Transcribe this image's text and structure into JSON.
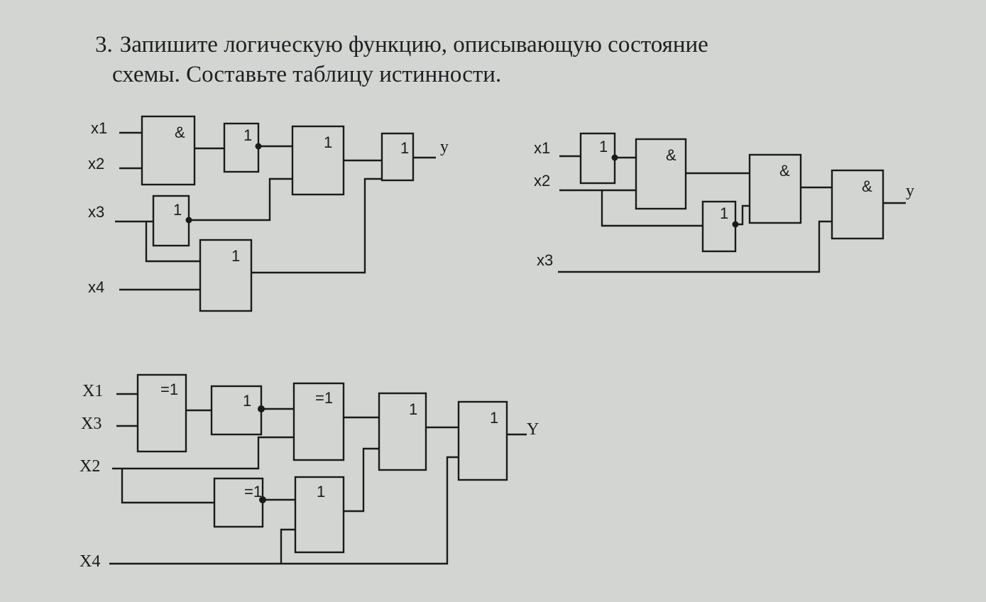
{
  "task": {
    "number": "3.",
    "line1": "Запишите логическую функцию, описывающую состояние",
    "line2": "схемы. Составьте таблицу истинности."
  },
  "circuit1": {
    "inputs": [
      "x1",
      "x2",
      "x3",
      "x4"
    ],
    "output": "y",
    "gates": [
      "&",
      "1",
      "1",
      "1",
      "1",
      "1"
    ]
  },
  "circuit2": {
    "inputs": [
      "x1",
      "x2",
      "x3"
    ],
    "output": "y",
    "gates": [
      "1",
      "&",
      "1",
      "&",
      "&"
    ]
  },
  "circuit3": {
    "inputs": [
      "X1",
      "X3",
      "X2",
      "X4"
    ],
    "output": "Y",
    "gates": [
      "=1",
      "1",
      "=1",
      "1",
      "1",
      "=1",
      "1"
    ]
  }
}
